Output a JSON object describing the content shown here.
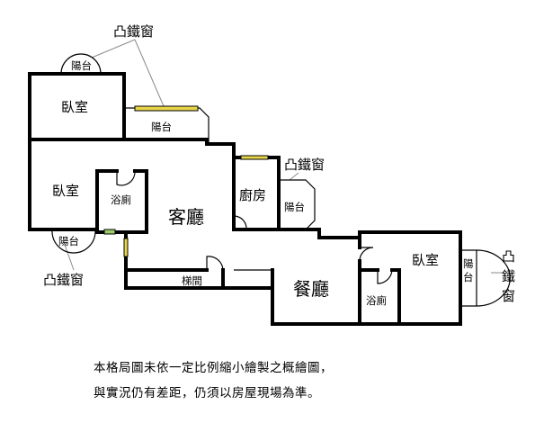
{
  "labels": {
    "bedroom": "臥室",
    "living_room": "客廳",
    "kitchen": "廚房",
    "dining_room": "餐廳",
    "bathroom": "浴廁",
    "balcony": "陽台",
    "stairs": "梯間",
    "bay_window": "凸鐵窗"
  },
  "disclaimer": {
    "line1": "本格局圖未依一定比例縮小繪製之概繪圖，",
    "line2": "與實況仍有差距，仍須以房屋現場為準。"
  }
}
